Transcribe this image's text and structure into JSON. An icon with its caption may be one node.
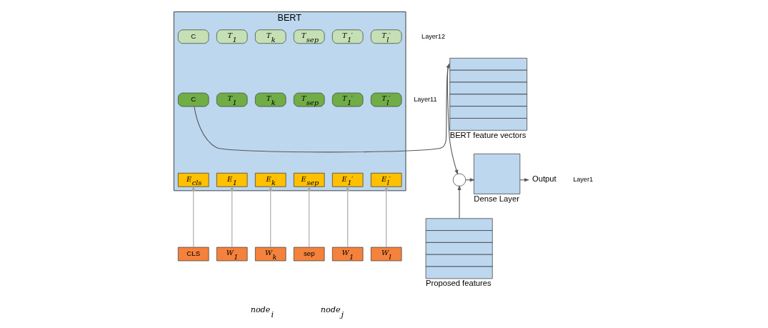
{
  "diagram": {
    "nodes": [
      {
        "text": [
          "BERT"
        ]
      },
      {
        "text": [
          "C"
        ],
        "in": 0
      },
      {
        "text": [
          "T$_{1}$"
        ],
        "in": 0
      },
      {
        "text": [
          "T$_{k}$"
        ],
        "in": 0
      },
      {
        "text": [
          "T$_{sep}$"
        ],
        "in": 0
      },
      {
        "text": [
          "T$_{1}$′"
        ],
        "in": 0
      },
      {
        "text": [
          "T$_{l}$′"
        ],
        "in": 0
      },
      {
        "text": [
          "C"
        ],
        "in": 0
      },
      {
        "text": [
          "T$_{1}$"
        ],
        "in": 0
      },
      {
        "text": [
          "T$_{k}$"
        ],
        "in": 0
      },
      {
        "text": [
          "T$_{sep}$"
        ],
        "in": 0
      },
      {
        "text": [
          "T$_{1}$′"
        ],
        "in": 0
      },
      {
        "text": [
          "T$_{l}$′"
        ],
        "in": 0
      },
      {
        "text": [
          "E$_{cls}$"
        ],
        "in": 0
      },
      {
        "text": [
          "E$_{1}$"
        ],
        "in": 0
      },
      {
        "text": [
          "E$_{k}$"
        ],
        "in": 0
      },
      {
        "text": [
          "E$_{sep}$"
        ],
        "in": 0
      },
      {
        "text": [
          "E$_{1}$′"
        ],
        "in": 0
      },
      {
        "text": [
          "E$_{l}$′"
        ],
        "in": 0
      },
      {
        "text": [
          "CLS"
        ]
      },
      {
        "text": [
          "W$_{1}$"
        ]
      },
      {
        "text": [
          "W$_{k}$"
        ]
      },
      {
        "text": [
          "sep"
        ]
      },
      {
        "text": [
          "W$_{1}$"
        ]
      },
      {
        "text": [
          "W$_{l}$"
        ]
      },
      {
        "text": [
          "BERT feature vectors"
        ]
      },
      {
        "text": [
          "Proposed features"
        ]
      },
      {
        "text": [],
        "shape": "circle"
      },
      {
        "text": [
          "Dense Layer"
        ]
      },
      {
        "text": [
          "Output"
        ]
      }
    ],
    "edges": [
      {
        "from": 19,
        "to": 13,
        "arrow": "to",
        "color": "#a6a6a6"
      },
      {
        "from": 20,
        "to": 14,
        "arrow": "to",
        "color": "#a6a6a6"
      },
      {
        "from": 21,
        "to": 15,
        "arrow": "to",
        "color": "#a6a6a6"
      },
      {
        "from": 22,
        "to": 16,
        "arrow": "to",
        "color": "#a6a6a6"
      },
      {
        "from": 23,
        "to": 17,
        "arrow": "to",
        "color": "#a6a6a6"
      },
      {
        "from": 24,
        "to": 18,
        "arrow": "to",
        "color": "#a6a6a6"
      },
      {
        "from": 7,
        "to": 25,
        "arrow": "to"
      },
      {
        "from": 25,
        "to": 27,
        "arrow": "to"
      },
      {
        "from": 26,
        "to": 27,
        "arrow": "to"
      },
      {
        "from": 27,
        "to": 28,
        "arrow": "to"
      },
      {
        "from": 28,
        "to": 29,
        "arrow": "to"
      }
    ],
    "labels": [
      "Layer12",
      "Layer11",
      "Layer1",
      "node$_{i}$",
      "node$_{j}$"
    ]
  }
}
